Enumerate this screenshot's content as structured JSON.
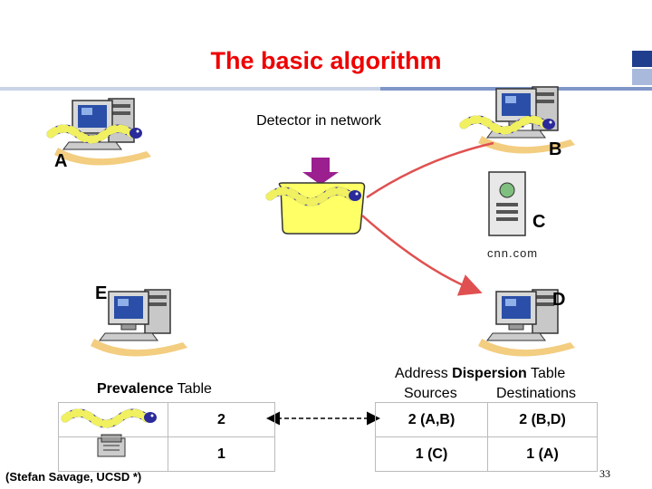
{
  "slide": {
    "title": "The basic algorithm",
    "credit": "(Stefan Savage, UCSD *)",
    "page_number": "33"
  },
  "diagram": {
    "hosts": [
      {
        "id": "A",
        "label": "A"
      },
      {
        "id": "B",
        "label": "B"
      },
      {
        "id": "C",
        "label": "C",
        "caption": "cnn.com"
      },
      {
        "id": "D",
        "label": "D"
      },
      {
        "id": "E",
        "label": "E"
      }
    ],
    "detector_label": "Detector in network"
  },
  "prevalence_table": {
    "title_bold": "Prevalence",
    "title_rest": " Table",
    "rows": [
      {
        "item": "worm-icon",
        "count": "2"
      },
      {
        "item": "packet-icon",
        "count": "1"
      }
    ]
  },
  "dispersion_table": {
    "title_pre": "Address ",
    "title_bold": "Dispersion",
    "title_post": " Table",
    "headers": [
      "Sources",
      "Destinations"
    ],
    "rows": [
      {
        "sources": "2 (A,B)",
        "destinations": "2 (B,D)"
      },
      {
        "sources": "1 (C)",
        "destinations": "1 (A)"
      }
    ]
  },
  "colors": {
    "title": "#ee0000",
    "arrow": "#e05050",
    "detector_arrow": "#9b1f8f",
    "detector_box": "#ffff66"
  }
}
